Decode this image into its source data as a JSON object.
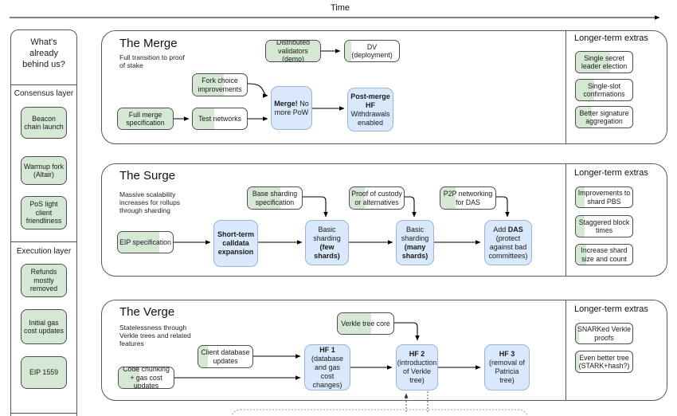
{
  "timeline": {
    "label": "Time"
  },
  "sidebar": {
    "title": "What's already behind us?",
    "consensus": {
      "label": "Consensus layer",
      "items": [
        {
          "label": "Beacon chain launch"
        },
        {
          "label": "Warmup fork (Altair)"
        },
        {
          "label": "PoS light client friendliness"
        }
      ]
    },
    "execution": {
      "label": "Execution layer",
      "items": [
        {
          "label": "Refunds mostly removed"
        },
        {
          "label": "Initial gas cost updates"
        },
        {
          "label": "EIP 1559"
        }
      ]
    }
  },
  "merge": {
    "title": "The Merge",
    "subtitle": "Full transition to proof of stake",
    "extras_title": "Longer-term extras",
    "milestones": {
      "distributed_validators": {
        "label": "Distributed validators (demo)",
        "progress": 100
      },
      "dv_deployment": {
        "label": "DV (deployment)",
        "progress": 12
      },
      "fork_choice": {
        "label": "Fork choice improvements",
        "progress": 58
      },
      "full_merge_spec": {
        "label": "Full merge specification",
        "progress": 100
      },
      "test_networks": {
        "label": "Test networks",
        "progress": 40
      }
    },
    "hardforks": {
      "merge": {
        "pre": "",
        "bold": "Merge!",
        "post": "No more PoW"
      },
      "post_merge": {
        "pre": "",
        "bold": "Post-merge HF",
        "post": "Withdrawals enabled"
      }
    },
    "extras": [
      {
        "label": "Single secret leader election",
        "progress": 60
      },
      {
        "label": "Single-slot confirmations",
        "progress": 33
      },
      {
        "label": "Better signature aggregation",
        "progress": 28
      }
    ]
  },
  "surge": {
    "title": "The Surge",
    "subtitle": "Massive scalability increases for rollups through sharding",
    "extras_title": "Longer-term extras",
    "milestones": {
      "base_sharding_spec": {
        "label": "Base sharding specification",
        "progress": 60
      },
      "proof_of_custody": {
        "label": "Proof of custody or alternatives",
        "progress": 28
      },
      "p2p_networking": {
        "label": "P2P networking for DAS",
        "progress": 28
      },
      "eip_specification": {
        "label": "EIP specification",
        "progress": 75
      }
    },
    "hardforks": {
      "short_term": {
        "pre": "",
        "bold": "Short-term calldata expansion",
        "post": ""
      },
      "few_shards": {
        "pre": "Basic sharding",
        "bold": "(few shards)",
        "post": ""
      },
      "many_shards": {
        "pre": "Basic sharding",
        "bold": "(many shards)",
        "post": ""
      },
      "add_das": {
        "pre": "Add",
        "bold": "DAS",
        "post": "(protect against bad committees)"
      }
    },
    "extras": [
      {
        "label": "Improvements to shard PBS",
        "progress": 15
      },
      {
        "label": "Staggered block times",
        "progress": 15
      },
      {
        "label": "Increase shard size and count",
        "progress": 18
      }
    ]
  },
  "verge": {
    "title": "The Verge",
    "subtitle": "Statelessness through Verkle trees and related features",
    "extras_title": "Longer-term extras",
    "milestones": {
      "verkle_tree_core": {
        "label": "Verkle tree core",
        "progress": 60
      },
      "client_db_updates": {
        "label": "Client database updates",
        "progress": 17
      },
      "code_chunking": {
        "label": "Code chunking + gas cost updates",
        "progress": 38
      }
    },
    "hardforks": {
      "hf1": {
        "pre": "",
        "bold": "HF 1",
        "post": "(database and gas cost changes)"
      },
      "hf2": {
        "pre": "",
        "bold": "HF 2",
        "post": "(introduction of Verkle tree)"
      },
      "hf3": {
        "pre": "",
        "bold": "HF 3",
        "post": "(removal of Patricia tree)"
      }
    },
    "extras": [
      {
        "label": "SNARKed Verkle proofs",
        "progress": 6
      },
      {
        "label": "Even better tree (STARK+hash?)",
        "progress": 6
      }
    ]
  },
  "colors": {
    "done_green": "#d5e8d4",
    "hardfork_blue": "#dae8fc",
    "hardfork_border": "#9ab4d8",
    "box_border": "#4d4d4d",
    "panel_border": "#595959"
  }
}
